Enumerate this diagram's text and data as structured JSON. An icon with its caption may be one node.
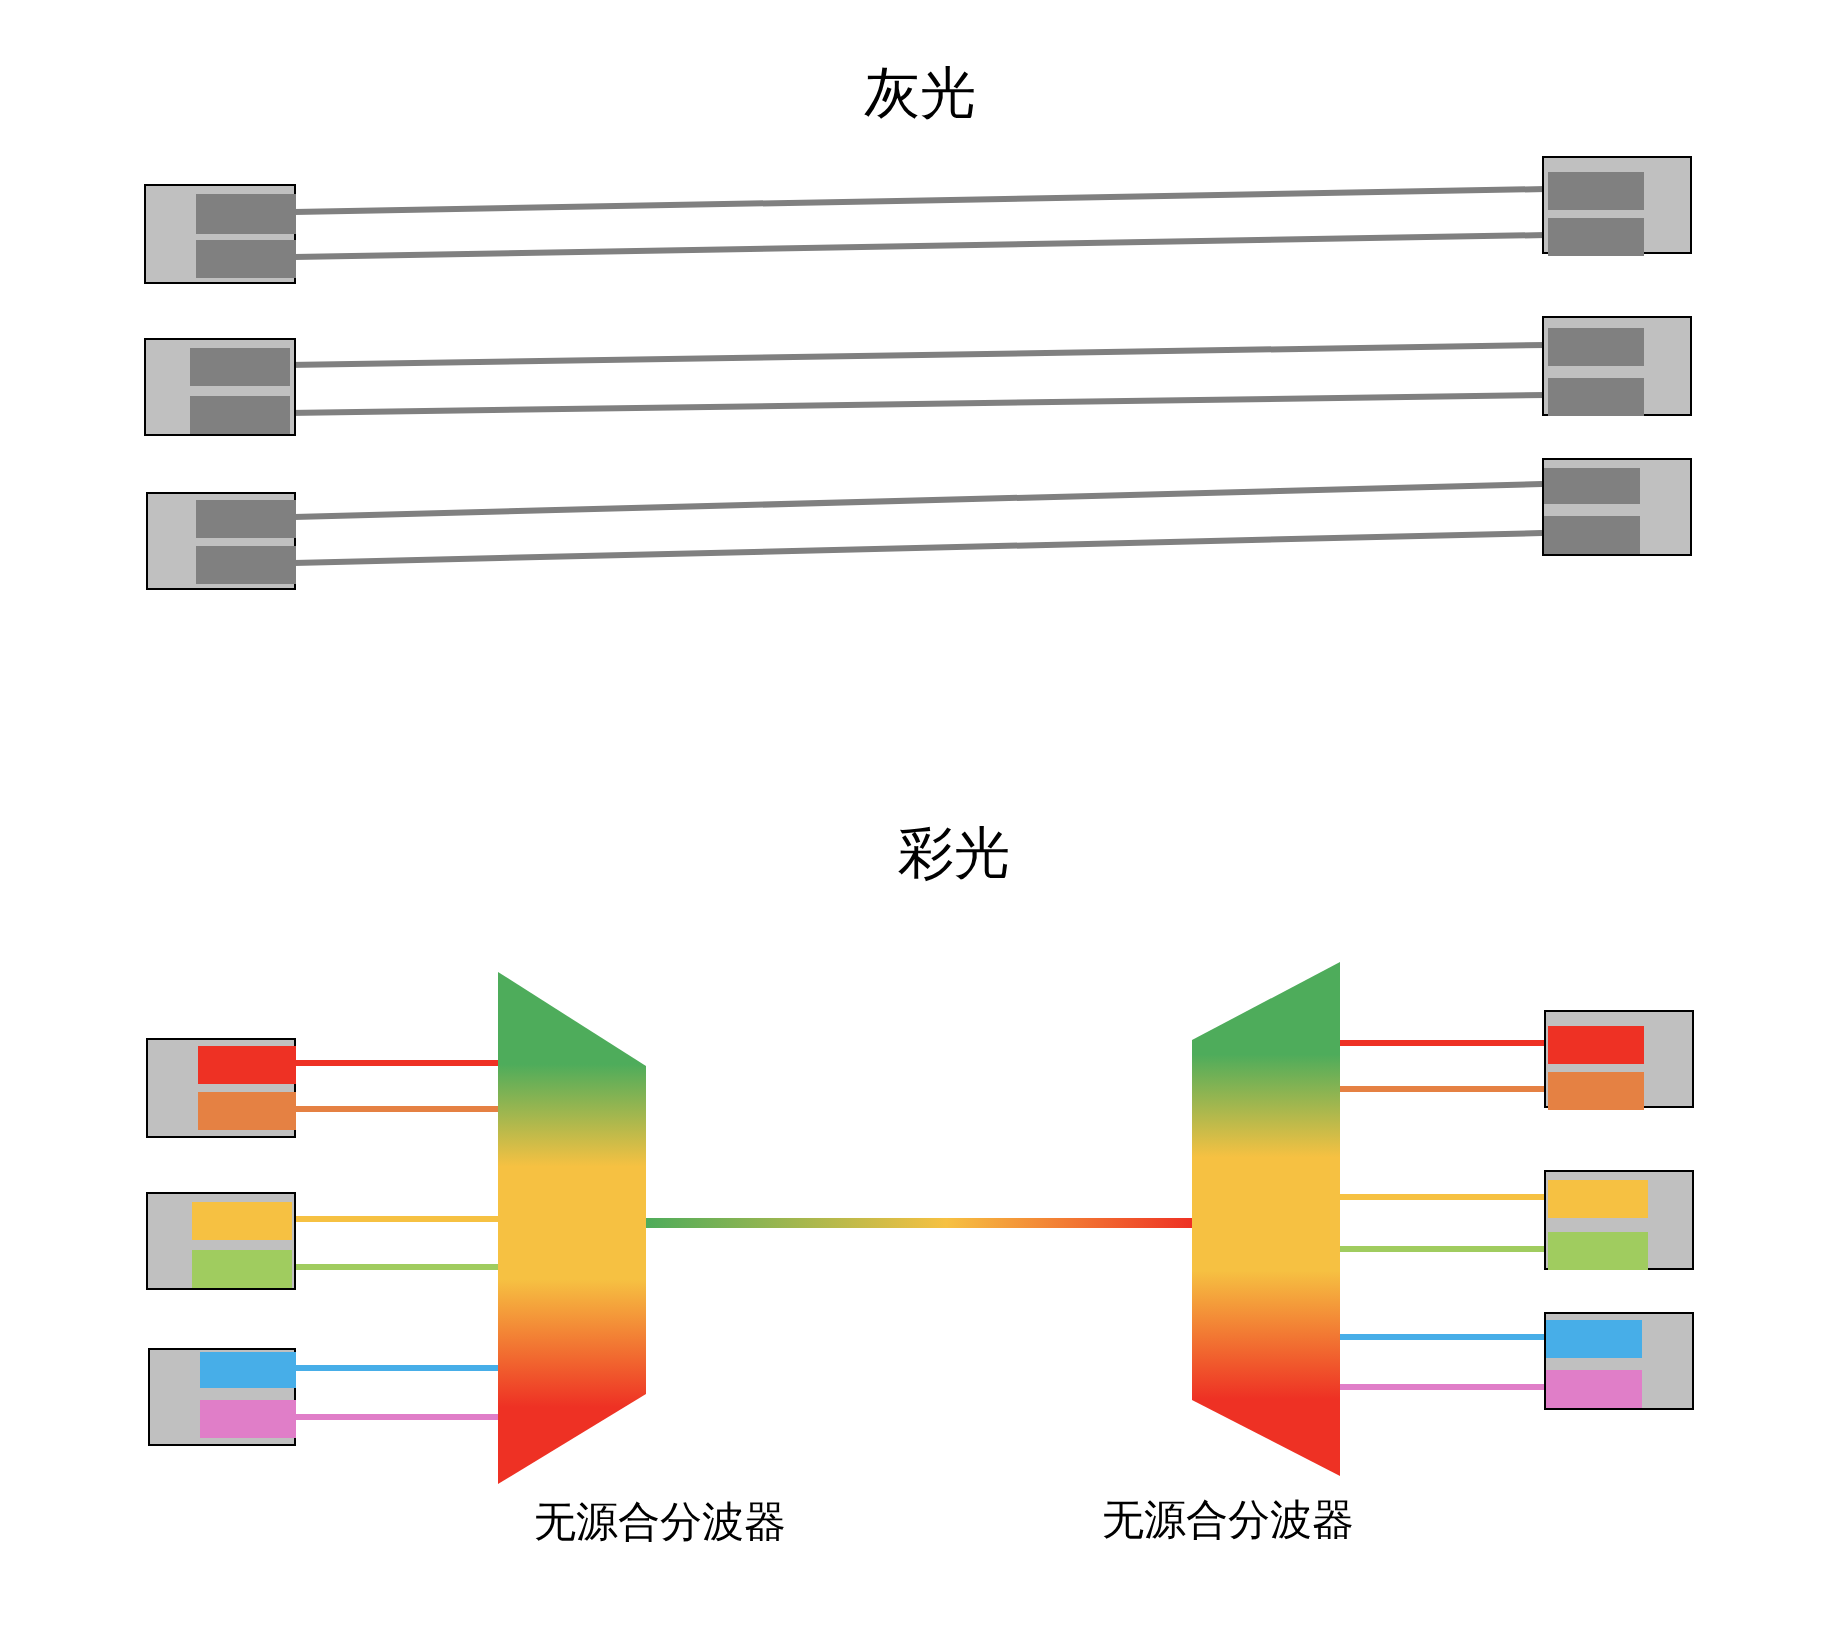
{
  "diagram": {
    "nodes": [
      {
        "text": [],
        "shape": "box"
      },
      {
        "text": [],
        "shape": "box",
        "in": 0
      },
      {
        "text": [],
        "shape": "box",
        "in": 0
      },
      {
        "text": [],
        "shape": "box"
      },
      {
        "text": [],
        "shape": "box",
        "in": 3
      },
      {
        "text": [],
        "shape": "box",
        "in": 3
      },
      {
        "text": [],
        "shape": "box"
      },
      {
        "text": [],
        "shape": "box",
        "in": 6
      },
      {
        "text": [],
        "shape": "box",
        "in": 6
      },
      {
        "text": [],
        "shape": "box"
      },
      {
        "text": [],
        "shape": "box",
        "in": 9
      },
      {
        "text": [],
        "shape": "box",
        "in": 9
      },
      {
        "text": [],
        "shape": "box"
      },
      {
        "text": [],
        "shape": "box",
        "in": 12
      },
      {
        "text": [],
        "shape": "box",
        "in": 12
      },
      {
        "text": [],
        "shape": "box"
      },
      {
        "text": [],
        "shape": "box",
        "in": 15
      },
      {
        "text": [],
        "shape": "box",
        "in": 15
      },
      {
        "text": [
          "无源合分波器"
        ]
      },
      {
        "text": [
          "无源合分波器"
        ]
      },
      {
        "text": [],
        "shape": "box"
      },
      {
        "text": [],
        "shape": "box",
        "in": 20
      },
      {
        "text": [],
        "shape": "box",
        "in": 20
      },
      {
        "text": [],
        "shape": "box"
      },
      {
        "text": [],
        "shape": "box",
        "in": 23
      },
      {
        "text": [],
        "shape": "box",
        "in": 23
      },
      {
        "text": [],
        "shape": "box"
      },
      {
        "text": [],
        "shape": "box",
        "in": 26
      },
      {
        "text": [],
        "shape": "box",
        "in": 26
      },
      {
        "text": [],
        "shape": "box"
      },
      {
        "text": [],
        "shape": "box",
        "in": 29
      },
      {
        "text": [],
        "shape": "box",
        "in": 29
      },
      {
        "text": [],
        "shape": "box"
      },
      {
        "text": [],
        "shape": "box",
        "in": 32
      },
      {
        "text": [],
        "shape": "box",
        "in": 32
      },
      {
        "text": [],
        "shape": "box"
      },
      {
        "text": [],
        "shape": "box",
        "in": 35
      },
      {
        "text": [],
        "shape": "box",
        "in": 35
      }
    ],
    "edges": [
      {
        "from": 1,
        "to": 4,
        "arrow": "none"
      },
      {
        "from": 2,
        "to": 5,
        "arrow": "none"
      },
      {
        "from": 7,
        "to": 10,
        "arrow": "none"
      },
      {
        "from": 8,
        "to": 11,
        "arrow": "none"
      },
      {
        "from": 13,
        "to": 16,
        "arrow": "none"
      },
      {
        "from": 14,
        "to": 17,
        "arrow": "none"
      },
      {
        "from": 21,
        "to": 18,
        "arrow": "none",
        "color": "#ee3124"
      },
      {
        "from": 22,
        "to": 18,
        "arrow": "none",
        "color": "#e58143"
      },
      {
        "from": 27,
        "to": 18,
        "arrow": "none",
        "color": "#f6c142"
      },
      {
        "from": 28,
        "to": 18,
        "arrow": "none",
        "color": "#a0cc5f"
      },
      {
        "from": 33,
        "to": 18,
        "arrow": "none",
        "color": "#47aee8"
      },
      {
        "from": 34,
        "to": 18,
        "arrow": "none",
        "color": "#e07ec8"
      },
      {
        "from": 18,
        "to": 19,
        "arrow": "none",
        "style": "thick"
      },
      {
        "from": 19,
        "to": 24,
        "arrow": "none",
        "color": "#ee3124"
      },
      {
        "from": 19,
        "to": 25,
        "arrow": "none",
        "color": "#e58143"
      },
      {
        "from": 19,
        "to": 30,
        "arrow": "none",
        "color": "#f6c142"
      },
      {
        "from": 19,
        "to": 31,
        "arrow": "none",
        "color": "#a0cc5f"
      },
      {
        "from": 19,
        "to": 36,
        "arrow": "none",
        "color": "#47aee8"
      },
      {
        "from": 19,
        "to": 37,
        "arrow": "none",
        "color": "#e07ec8"
      }
    ],
    "labels": [
      "灰光",
      "彩光"
    ]
  }
}
